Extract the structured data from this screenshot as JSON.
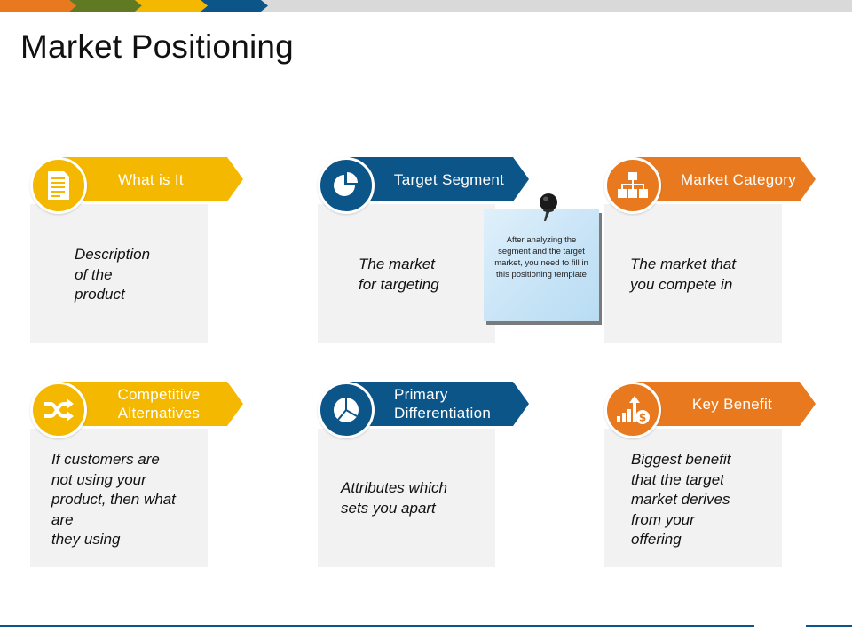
{
  "title": "Market Positioning",
  "colors": {
    "yellow": "#f5b800",
    "blue": "#0c5589",
    "orange": "#e8791e",
    "olive": "#5f7a22",
    "gray_bar": "#d9d9d9",
    "card_bg": "#f2f2f2",
    "bottom_line": "#0c5589"
  },
  "note": {
    "text": "After analyzing the segment and the target market, you need to fill in this positioning template"
  },
  "cards": [
    {
      "heading": "What is It",
      "text": "Description\nof the\nproduct",
      "icon": "document-icon"
    },
    {
      "heading": "Target Segment",
      "text": "The market\nfor targeting",
      "icon": "pie-chart-icon"
    },
    {
      "heading": "Market Category",
      "text": "The market that\nyou compete in",
      "icon": "hierarchy-icon"
    },
    {
      "heading": "Competitive\nAlternatives",
      "text": "If customers are\nnot using your\nproduct, then what\nare\nthey using",
      "icon": "shuffle-icon"
    },
    {
      "heading": "Primary\nDifferentiation",
      "text": "Attributes which\nsets you apart",
      "icon": "pie-chart-icon"
    },
    {
      "heading": "Key Benefit",
      "text": "Biggest benefit\nthat the target\nmarket derives\nfrom your\noffering",
      "icon": "growth-dollar-icon"
    }
  ]
}
